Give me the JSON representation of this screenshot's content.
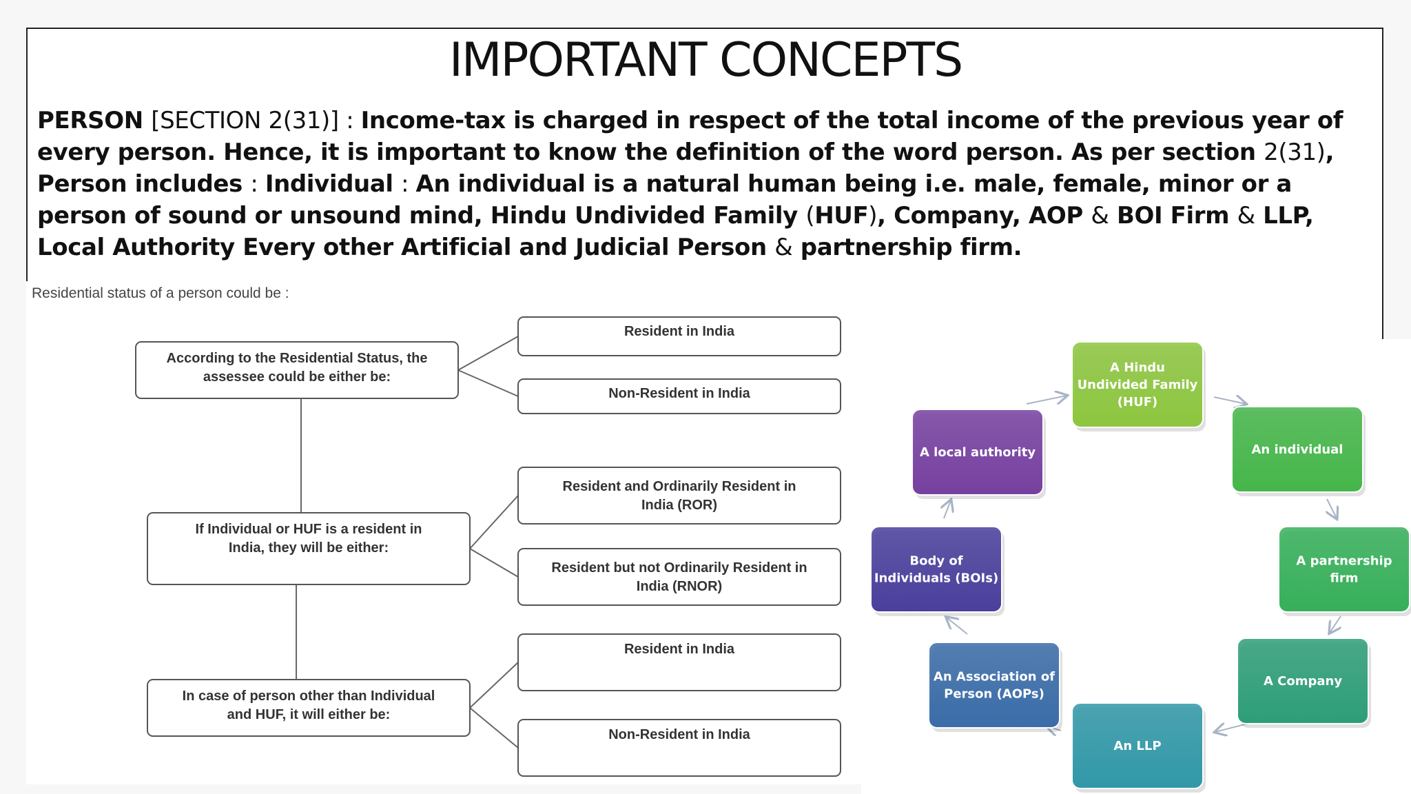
{
  "title": "IMPORTANT CONCEPTS",
  "definition": {
    "lead": "PERSON ",
    "section": "[SECTION 2(31)]",
    "sep1": " : ",
    "text1": "Income-tax is charged in respect of the total income of the previous year of every person. Hence, it is important to know the definition of the word person. As per section ",
    "section2": "2(31)",
    "text2": ", Person includes ",
    "sep2": ": ",
    "text3": "Individual ",
    "sep3": ": ",
    "text4": "An individual is a natural human being i.e. male, female, minor or a person of sound or unsound mind, Hindu Undivided Family ",
    "paren_open": "(",
    "text5": "HUF",
    "paren_close": ")",
    "text6": ", Company, AOP ",
    "amp1": "&",
    "text7": " BOI Firm ",
    "amp2": "&",
    "text8": " LLP, Local Authority Every other Artificial and Judicial Person ",
    "amp3": "&",
    "text9": " partnership firm."
  },
  "residential": {
    "label": "Residential status of a person could be :",
    "main_boxes": [
      {
        "lines": [
          "According to the Residential Status, the",
          "assessee could be either be:"
        ]
      },
      {
        "lines": [
          "If Individual or HUF is a resident in",
          "India, they will be either:"
        ]
      },
      {
        "lines": [
          "In case of person other than Individual",
          "and HUF, it will either be:"
        ]
      }
    ],
    "sub_boxes": [
      {
        "lines": [
          "Resident in India"
        ]
      },
      {
        "lines": [
          "Non-Resident in India"
        ]
      },
      {
        "lines": [
          "Resident and Ordinarily Resident in",
          "India (ROR)"
        ]
      },
      {
        "lines": [
          "Resident but not Ordinarily Resident in",
          "India (RNOR)"
        ]
      },
      {
        "lines": [
          "Resident in India"
        ]
      },
      {
        "lines": [
          "Non-Resident in India"
        ]
      }
    ]
  },
  "persons_cycle": {
    "nodes": [
      {
        "lines": [
          "A Hindu",
          "Undivided Family",
          "(HUF)"
        ],
        "color": "#8dc63f"
      },
      {
        "lines": [
          "An individual"
        ],
        "color": "#45b649"
      },
      {
        "lines": [
          "A partnership",
          "firm"
        ],
        "color": "#36b05a"
      },
      {
        "lines": [
          "A Company"
        ],
        "color": "#2e9e78"
      },
      {
        "lines": [
          "An LLP"
        ],
        "color": "#3198a8"
      },
      {
        "lines": [
          "An Association of",
          "Person (AOPs)"
        ],
        "color": "#3a6ca8"
      },
      {
        "lines": [
          "Body of",
          "Individuals (BOIs)"
        ],
        "color": "#4a3f9c"
      },
      {
        "lines": [
          "A local authority"
        ],
        "color": "#7640a0"
      }
    ],
    "arrow_color": "#a8b4c4"
  }
}
